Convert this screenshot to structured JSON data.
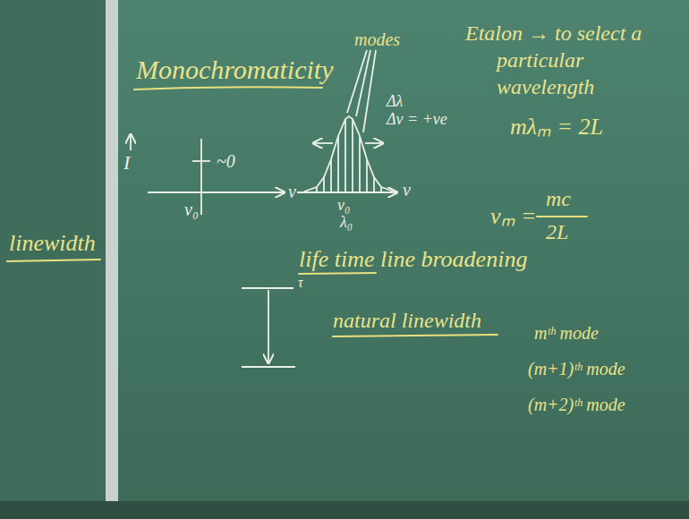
{
  "diagram": {
    "title": "Monochromaticity",
    "labels": [
      "I",
      "~0",
      "ν₀",
      "ν",
      "modes",
      "Δλ",
      "Δν = +ve",
      "ν₀",
      "λ₀",
      "ν",
      "Etalon → to select a particular wavelength",
      "mλₘ = 2L",
      "νₘ =",
      "mc",
      "2L",
      "life time line broadening",
      "natural linewidth",
      "τ",
      "mᵗʰ mode",
      "(m+1)ᵗʰ mode",
      "(m+2)ᵗʰ mode",
      "linewidth"
    ]
  }
}
